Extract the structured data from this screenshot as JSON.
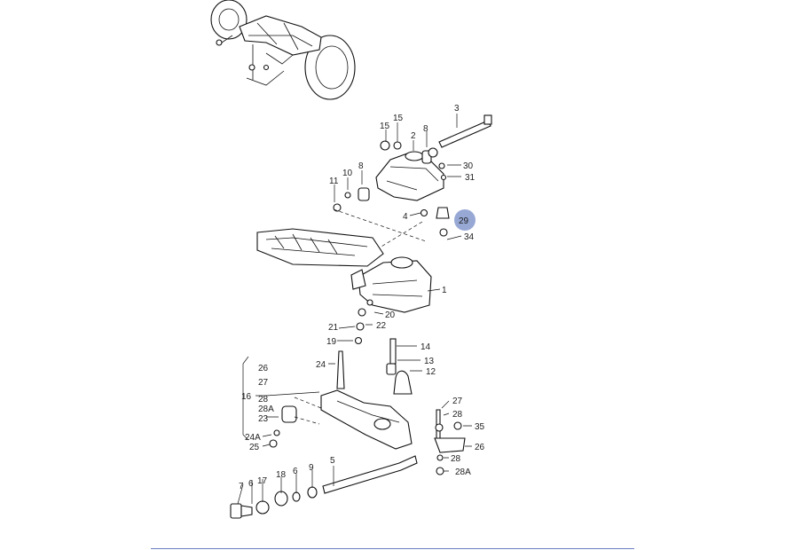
{
  "callouts": {
    "c15a": "15",
    "c15b": "15",
    "c2": "2",
    "c8a": "8",
    "c3": "3",
    "c30": "30",
    "c31": "31",
    "c10": "10",
    "c11": "11",
    "c8b": "8",
    "c4": "4",
    "c29": "29",
    "c34": "34",
    "c1": "1",
    "c20": "20",
    "c21": "21",
    "c22": "22",
    "c19": "19",
    "c14": "14",
    "c13": "13",
    "c12": "12",
    "c24": "24",
    "c26a": "26",
    "c27a": "27",
    "c16": "16",
    "c28a": "28",
    "c28Aa": "28A",
    "c23": "23",
    "c24A": "24A",
    "c25": "25",
    "c27b": "27",
    "c28b": "28",
    "c35": "35",
    "c26b": "26",
    "c28c": "28",
    "c28Ab": "28A",
    "c5": "5",
    "c9": "9",
    "c6a": "6",
    "c18": "18",
    "c17": "17",
    "c6b": "6",
    "c7": "7"
  },
  "highlight": {
    "part": "29",
    "color": "#8c9fd0"
  }
}
